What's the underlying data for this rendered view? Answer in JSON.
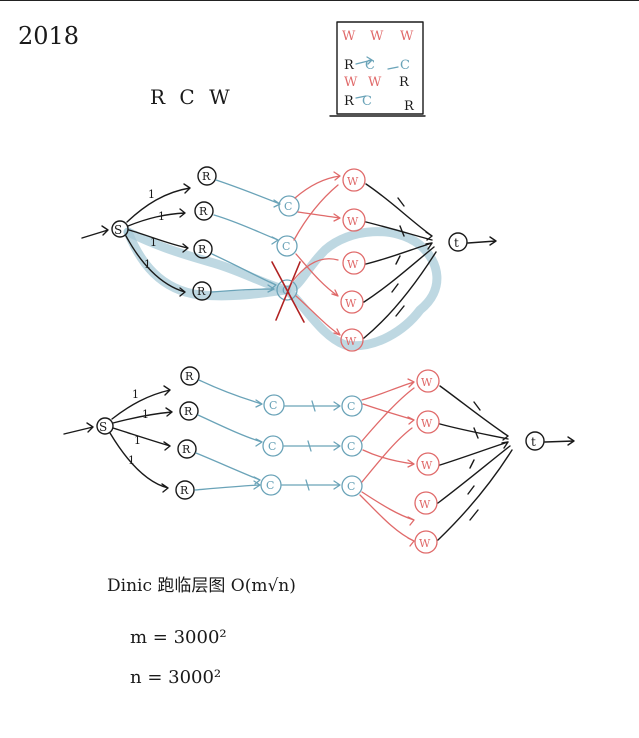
{
  "year": "2018",
  "title": "R C W",
  "grid_box": {
    "row1": [
      "W",
      "W",
      "W"
    ],
    "row2": [
      "R",
      "C",
      "C"
    ],
    "row3": [
      "W",
      "W",
      "R"
    ],
    "row4": [
      "R",
      "C",
      "",
      "R"
    ]
  },
  "node_labels": {
    "source": "S",
    "sink": "t",
    "r": "R",
    "c": "C",
    "w": "W"
  },
  "capacity_label": "1",
  "notes": {
    "line1": "Dinic 跑临层图 O(m√n)",
    "line2": "m = 3000²",
    "line3": "n = 3000²"
  },
  "colors": {
    "ink": "#1a1a1a",
    "blue": "#6aa3b8",
    "red": "#e06a6a",
    "highlight": "#a8cbd8",
    "cross": "#b02222"
  }
}
